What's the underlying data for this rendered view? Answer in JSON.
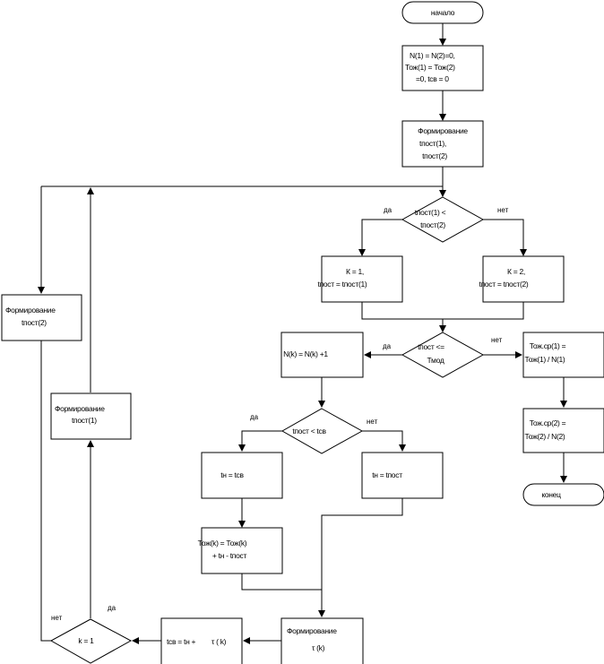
{
  "flowchart": {
    "start": "начало",
    "init": [
      "N(1) = N(2)=0,",
      "Тож(1) = Тож(2)",
      "=0, tсв = 0"
    ],
    "form_both": [
      "Формирование",
      "tпост(1),",
      "tпост(2)"
    ],
    "cond1": [
      "tпост(1) <",
      "tпост(2)"
    ],
    "k1": [
      "К = 1,",
      "tпост = tпост(1)"
    ],
    "k2": [
      "К = 2,",
      "tпост = tпост(2)"
    ],
    "form2": [
      "Формирование",
      "tпост(2)"
    ],
    "cond2": [
      "tпост <=",
      "Тмод"
    ],
    "nk": "N(k) = N(k) +1",
    "tozh1": [
      "Тож.ср(1) =",
      "Тож(1) / N(1)"
    ],
    "tozh2": [
      "Тож.ср(2) =",
      "Тож(2) / N(2)"
    ],
    "form1": [
      "Формирование",
      "tпост(1)"
    ],
    "cond3": "tпост < tсв",
    "tn_tsv": "tн = tсв",
    "tn_tpost": "tн = tпост",
    "end": "конец",
    "tozhk": [
      "Тож(k) = Тож(k)",
      "+ tн - tпост"
    ],
    "form_tau": [
      "Формирование",
      "τ  (k)"
    ],
    "tsv": [
      "tсв = tн +",
      "τ  ( k)"
    ],
    "cond4": "k = 1",
    "labels": {
      "yes": "да",
      "no": "нет"
    }
  }
}
